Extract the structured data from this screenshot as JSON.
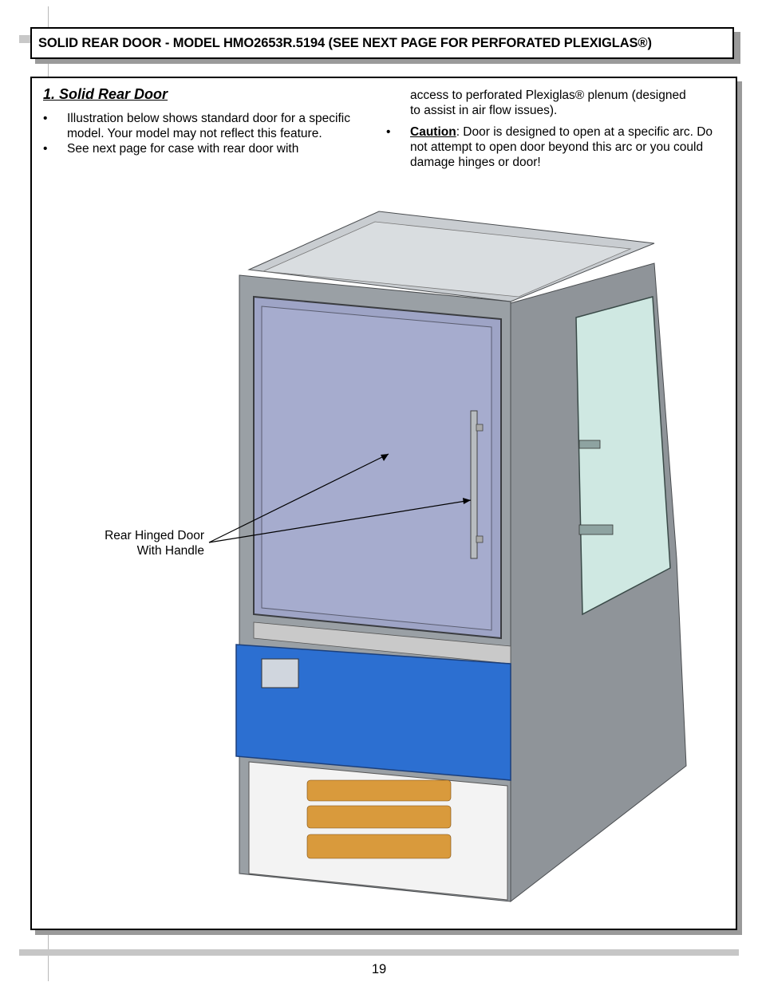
{
  "header": {
    "title": "SOLID REAR DOOR - MODEL HMO2653R.5194 (SEE NEXT PAGE FOR PERFORATED PLEXIGLAS®)"
  },
  "section": {
    "title": "1. Solid Rear Door",
    "bullets": [
      {
        "text": "Illustration below shows standard door for a specific model.  Your model may not reflect this feature."
      },
      {
        "text_left": "See next page for case with rear door with",
        "text_right": "access to perforated Plexiglas® plenum (designed to assist in air flow issues)."
      },
      {
        "label": "Caution",
        "text": ": Door is designed to open at a specific arc.  Do not attempt to open door beyond this arc or you could damage hinges or door!"
      }
    ]
  },
  "illustration": {
    "callout_line1": "Rear Hinged Door",
    "callout_line2": "With Handle",
    "colors": {
      "frame": "#8f9499",
      "frame_dark": "#6f7378",
      "top": "#c9cdd1",
      "door": "#9ea4c6",
      "drawer_blue": "#2c6fd1",
      "grille": "#d99a3c",
      "glass": "#cfe8e2"
    }
  },
  "footer": {
    "page_number": "19"
  }
}
